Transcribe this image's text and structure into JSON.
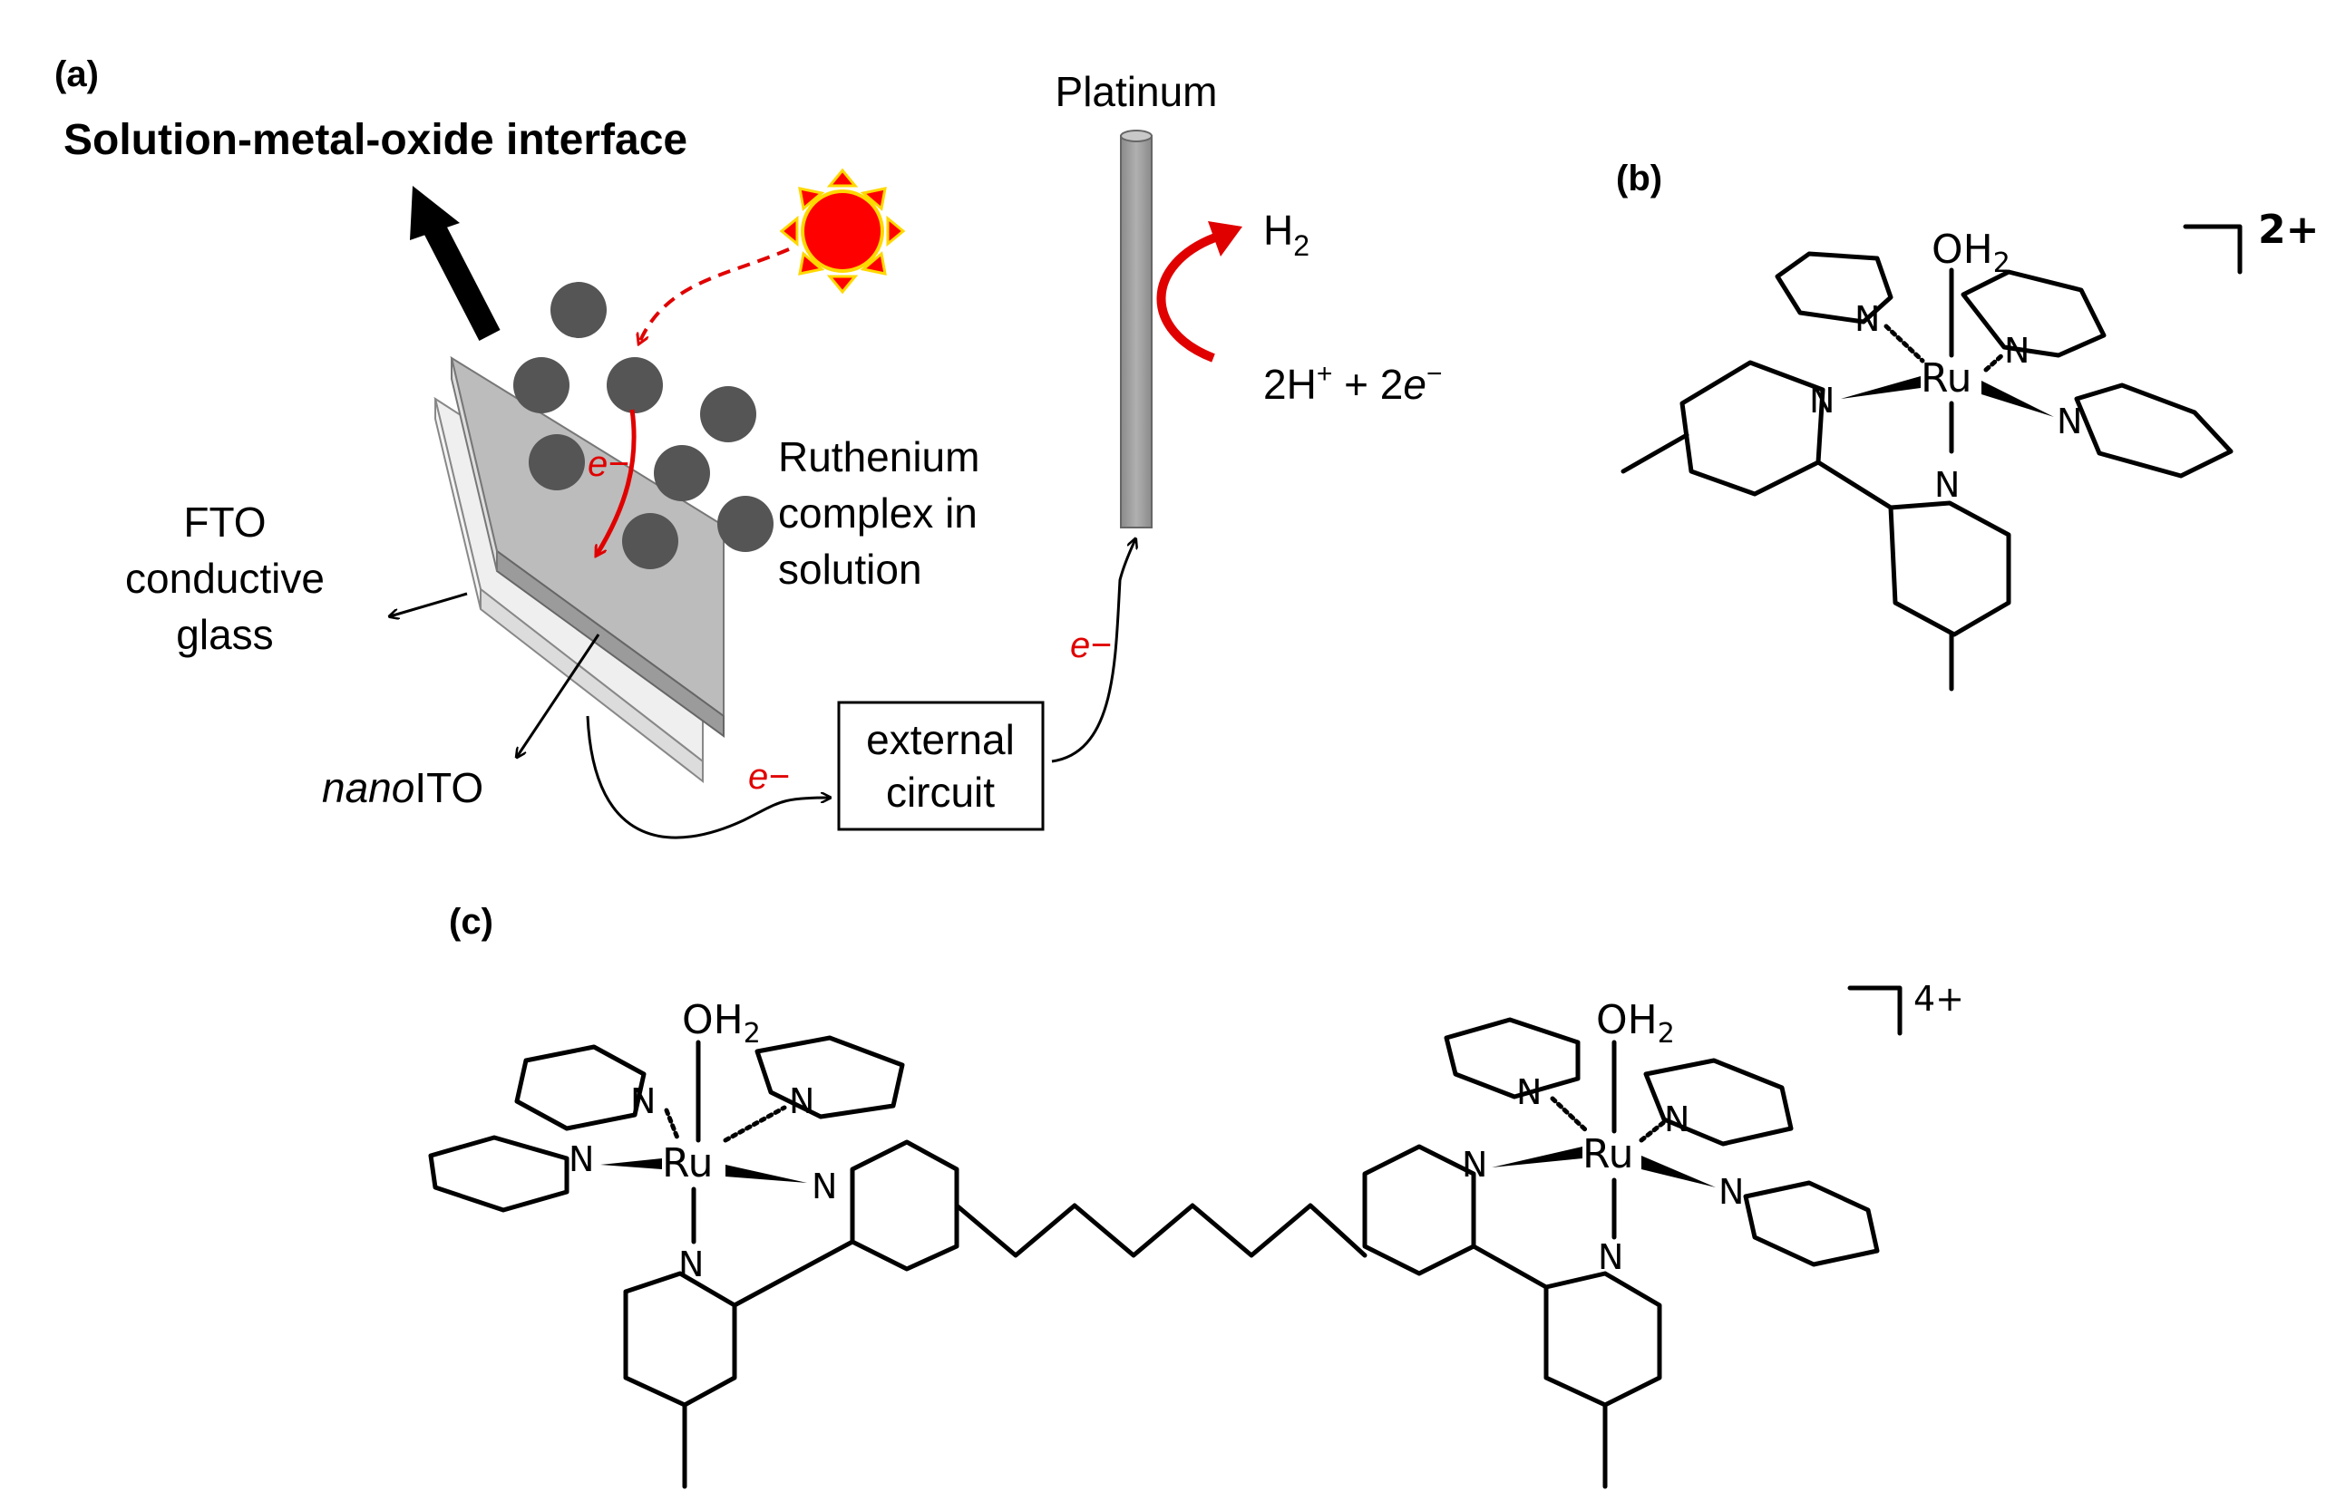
{
  "panel_a": {
    "panel_label": "(a)",
    "interface_title": "Solution-metal-oxide interface",
    "platinum_label": "Platinum",
    "h2_label": "H",
    "h2_sub": "2",
    "proton_label_1": "2H",
    "proton_sup": "+",
    "proton_label_2": " + 2",
    "proton_e": "e",
    "proton_minus": "−",
    "ruthenium_line1": "Ruthenium",
    "ruthenium_line2": "complex in",
    "ruthenium_line3": "solution",
    "fto_line1": "FTO",
    "fto_line2": "conductive",
    "fto_line3": "glass",
    "nano_italic": "nano",
    "nano_rest": "ITO",
    "electron_label": "e−",
    "external_line1": "external",
    "external_line2": "circuit",
    "colors": {
      "sun": "#ff0000",
      "sun_outline": "#ffd800",
      "electron": "#e00000",
      "particle": "#555555",
      "glass": "#bdbdbd",
      "platinum": "#9e9e9e"
    },
    "icons": [
      "sun-icon",
      "arrow-icon"
    ]
  },
  "panel_b": {
    "panel_label": "(b)",
    "ligand": "OH",
    "ligand_sub": "2",
    "metal": "Ru",
    "n_atom": "N",
    "charge": "2+"
  },
  "panel_c": {
    "panel_label": "(c)",
    "ligand": "OH",
    "ligand_sub": "2",
    "metal": "Ru",
    "n_atom": "N",
    "charge": "4+"
  }
}
